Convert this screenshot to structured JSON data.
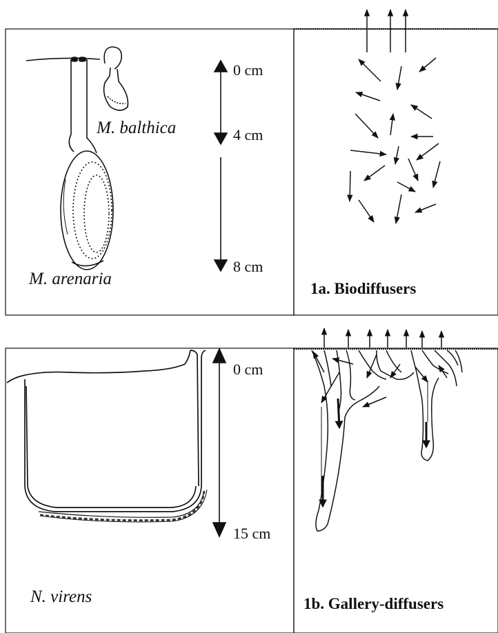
{
  "top_panel": {
    "species_1": "M. balthica",
    "species_2": "M. arenaria",
    "depth_0": "0 cm",
    "depth_1": "4 cm",
    "depth_2": "8 cm",
    "title": "1a. Biodiffusers"
  },
  "bottom_panel": {
    "species": "N. virens",
    "depth_0": "0 cm",
    "depth_1": "15 cm",
    "title": "1b. Gallery-diffusers"
  },
  "colors": {
    "ink": "#111111",
    "background": "#ffffff"
  }
}
